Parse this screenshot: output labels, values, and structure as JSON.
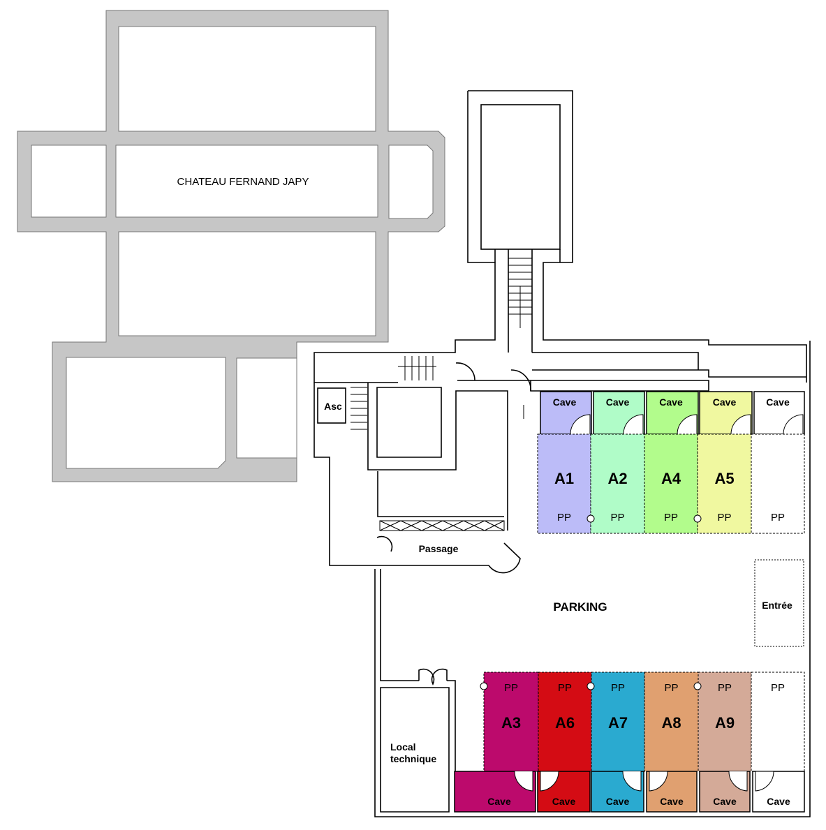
{
  "building": {
    "name": "CHATEAU FERNAND JAPY",
    "elevator": "Asc",
    "passage": "Passage",
    "parking": "PARKING",
    "entrance": "Entrée",
    "technical_room": [
      "Local",
      "technique"
    ]
  },
  "top_row": {
    "caves": [
      {
        "label": "Cave",
        "color": "#bcbcf8"
      },
      {
        "label": "Cave",
        "color": "#b0fcc8"
      },
      {
        "label": "Cave",
        "color": "#b2fc8c"
      },
      {
        "label": "Cave",
        "color": "#f0f8a0"
      },
      {
        "label": "Cave",
        "color": "#ffffff"
      }
    ],
    "slots": [
      {
        "name": "A1",
        "pp": "PP",
        "color": "#bcbcf8"
      },
      {
        "name": "A2",
        "pp": "PP",
        "color": "#b0fcc8"
      },
      {
        "name": "A4",
        "pp": "PP",
        "color": "#b2fc8c"
      },
      {
        "name": "A5",
        "pp": "PP",
        "color": "#f0f8a0"
      },
      {
        "name": "",
        "pp": "PP",
        "color": "#ffffff"
      }
    ]
  },
  "bottom_row": {
    "slots": [
      {
        "name": "A3",
        "pp": "PP",
        "color": "#bc0a6c"
      },
      {
        "name": "A6",
        "pp": "PP",
        "color": "#d40c14"
      },
      {
        "name": "A7",
        "pp": "PP",
        "color": "#2aaad0"
      },
      {
        "name": "A8",
        "pp": "PP",
        "color": "#e0a070"
      },
      {
        "name": "A9",
        "pp": "PP",
        "color": "#d4aa98"
      },
      {
        "name": "",
        "pp": "PP",
        "color": "#ffffff"
      }
    ],
    "caves": [
      {
        "label": "Cave",
        "color": "#bc0a6c"
      },
      {
        "label": "Cave",
        "color": "#d40c14"
      },
      {
        "label": "Cave",
        "color": "#2aaad0"
      },
      {
        "label": "Cave",
        "color": "#e0a070"
      },
      {
        "label": "Cave",
        "color": "#d4aa98"
      },
      {
        "label": "Cave",
        "color": "#ffffff"
      }
    ]
  }
}
